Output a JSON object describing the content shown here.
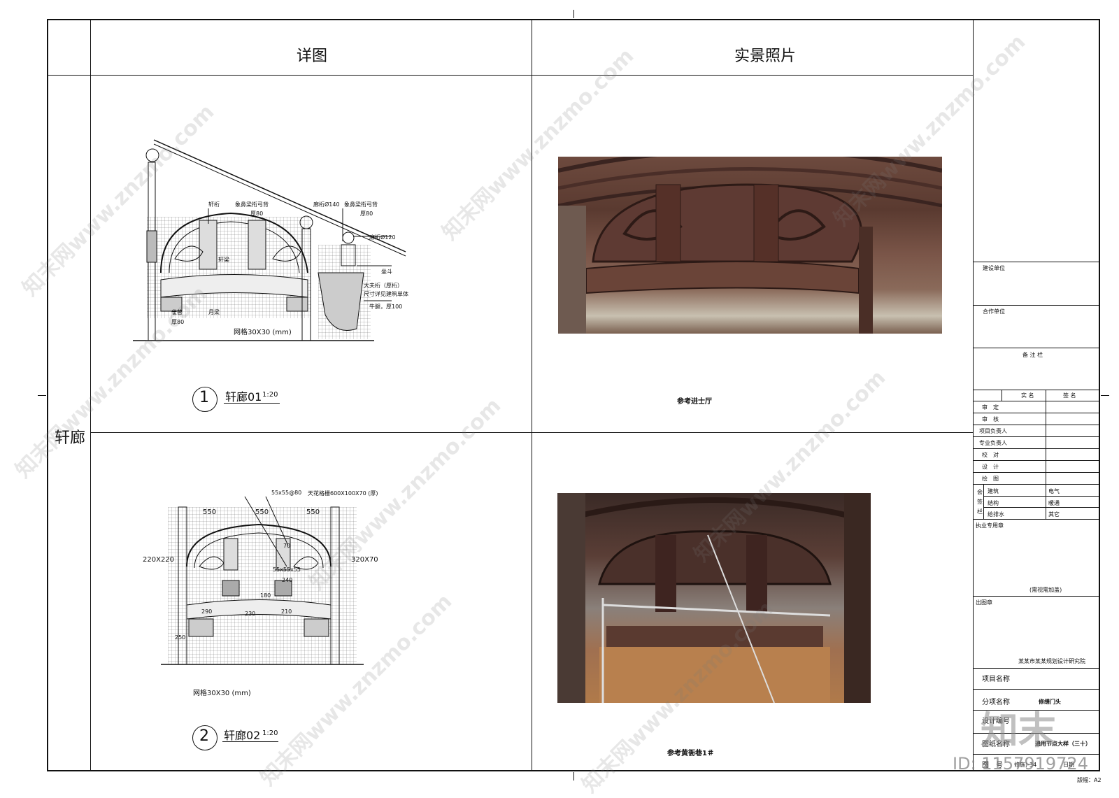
{
  "header": {
    "left_col": "详图",
    "right_col": "实景照片"
  },
  "row_label": "轩廊",
  "detail1": {
    "labels": {
      "top_a": "轩桁",
      "top_b": "象鼻梁衔弓背",
      "top_b_thick": "厚80",
      "top_c": "廊桁Ø140",
      "top_d": "象鼻梁衔弓背",
      "top_d_thick": "厚80",
      "right_a": "廊桁Ø120",
      "right_b": "坐斗",
      "right_c": "大夫桁（厚桁）",
      "right_d": "尺寸详见建筑单体",
      "right_e": "牛腿，厚100",
      "mid_a": "轩梁",
      "low_a": "雀替",
      "low_a_thick": "厚80",
      "low_b": "月梁",
      "grid_note": "网格30X30 (mm)"
    },
    "title_num": "1",
    "title": "轩廊01",
    "scale": "1:20"
  },
  "detail2": {
    "labels": {
      "top_a": "55x55@80",
      "top_b": "天花格栅600X100X70 (厚)",
      "dim_550_a": "550",
      "dim_550_b": "550",
      "dim_550_c": "550",
      "left_dim": "220X220",
      "right_dim": "320X70",
      "d70": "70",
      "d55": "55x55x55",
      "d240": "240",
      "d180": "180",
      "d230": "230",
      "d290": "290",
      "d210": "210",
      "d250": "250",
      "grid_note": "网格30X30 (mm)"
    },
    "title_num": "2",
    "title": "轩廊02",
    "scale": "1:20"
  },
  "photos": {
    "caption1": "参考进士厅",
    "caption2": "参考黄衙巷1＃"
  },
  "title_block": {
    "client": "建设单位",
    "partner": "合作单位",
    "remarks": "备 注 栏",
    "real_name": "实 名",
    "signature": "签 名",
    "rows": [
      "审　定",
      "审　核",
      "项目负责人",
      "专业负责人",
      "校　对",
      "设　计",
      "绘　图"
    ],
    "countersign": "会签栏",
    "cs_items": [
      "建筑",
      "电气",
      "结构",
      "暖通",
      "给排水",
      "其它"
    ],
    "seal_label": "执业专用章",
    "seal_note": "(需视需加盖)",
    "stamp_label": "出图章",
    "company": "某某市某某规划设计研究院",
    "project_name": "项目名称",
    "sub_name": "分项名称",
    "sub_value": "修缮门头",
    "design_no": "设计编号",
    "drawing_name": "图纸名称",
    "drawing_value": "通用节点大样（三十）",
    "drawing_no": "图　号",
    "drawing_no_value": "修施)-34",
    "date": "日期",
    "sheet": "版幅：A2"
  },
  "watermark": {
    "text": "知末网www.znzmo.com",
    "logo": "知末",
    "id": "ID: 1157919724"
  }
}
